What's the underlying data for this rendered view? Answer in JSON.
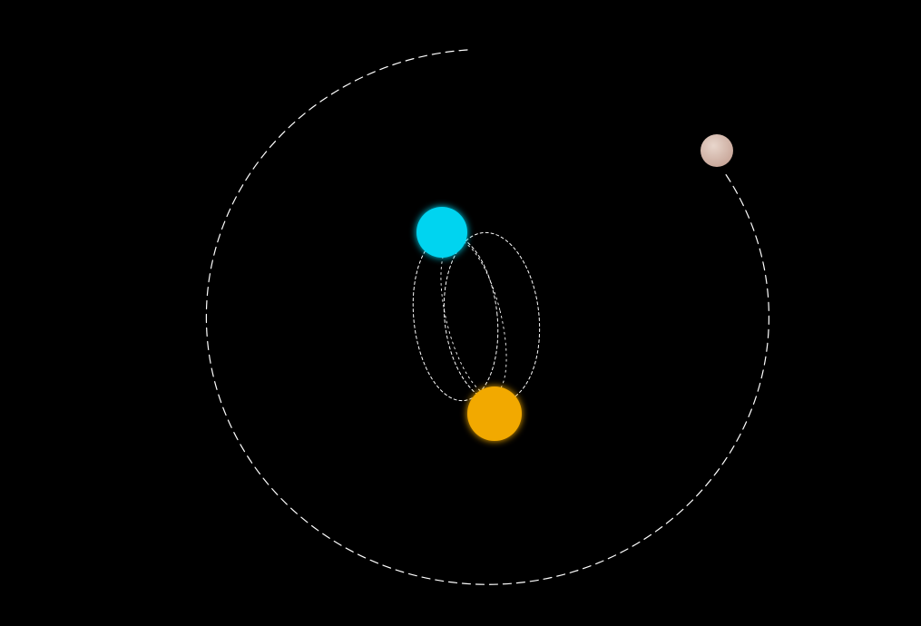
{
  "scene": {
    "background_color": "#000000",
    "trail_color": "#ffffff"
  },
  "bodies": [
    {
      "id": "blue-star",
      "kind": "star",
      "color": "#00d4f0",
      "glow_color": "#00e5ff"
    },
    {
      "id": "orange-star",
      "kind": "star",
      "color": "#f2a900",
      "glow_color": "#ffb300"
    },
    {
      "id": "planet",
      "kind": "planet",
      "color": "#c9a89b",
      "highlight_color": "#e8d6cc"
    }
  ]
}
